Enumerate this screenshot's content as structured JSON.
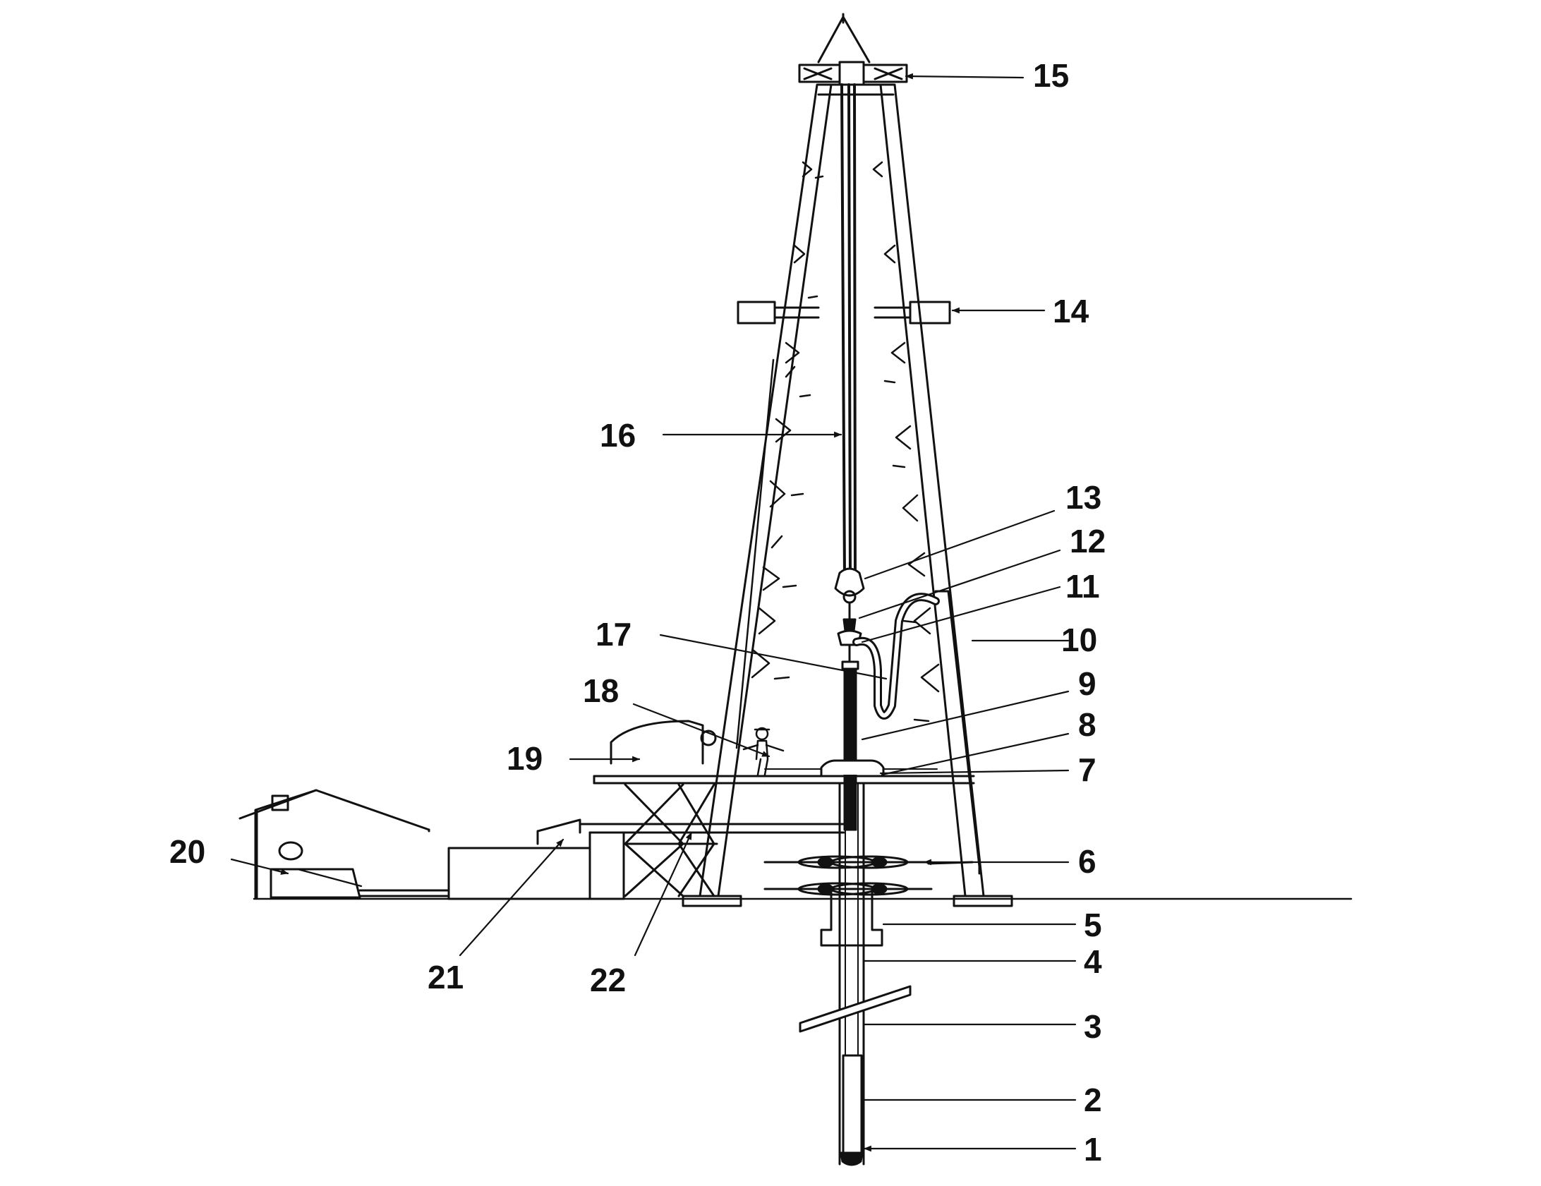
{
  "figure": {
    "ink_color": "#111111",
    "background_color": "#ffffff",
    "callouts": [
      {
        "id": "c1",
        "text": "1"
      },
      {
        "id": "c2",
        "text": "2"
      },
      {
        "id": "c3",
        "text": "3"
      },
      {
        "id": "c4",
        "text": "4"
      },
      {
        "id": "c5",
        "text": "5"
      },
      {
        "id": "c6",
        "text": "6"
      },
      {
        "id": "c7",
        "text": "7"
      },
      {
        "id": "c8",
        "text": "8"
      },
      {
        "id": "c9",
        "text": "9"
      },
      {
        "id": "c10",
        "text": "10"
      },
      {
        "id": "c11",
        "text": "11"
      },
      {
        "id": "c12",
        "text": "12"
      },
      {
        "id": "c13",
        "text": "13"
      },
      {
        "id": "c14",
        "text": "14"
      },
      {
        "id": "c15",
        "text": "15"
      },
      {
        "id": "c16",
        "text": "16"
      },
      {
        "id": "c17",
        "text": "17"
      },
      {
        "id": "c18",
        "text": "18"
      },
      {
        "id": "c19",
        "text": "19"
      },
      {
        "id": "c20",
        "text": "20"
      },
      {
        "id": "c21",
        "text": "21"
      },
      {
        "id": "c22",
        "text": "22"
      }
    ]
  }
}
